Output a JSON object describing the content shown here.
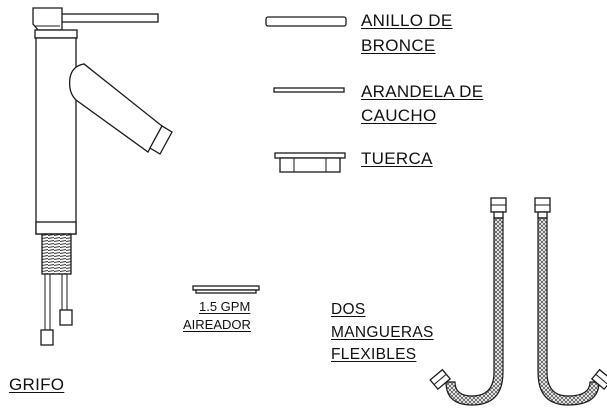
{
  "labels": {
    "ring_line1": "ANILLO DE",
    "ring_line2": "BRONCE",
    "washer_line1": "ARANDELA DE",
    "washer_line2": "CAUCHO",
    "nut": "TUERCA",
    "aerator_line1": "1.5 GPM",
    "aerator_line2": "AIREADOR",
    "hoses_line1": "DOS",
    "hoses_line2": "MANGUERAS",
    "hoses_line3": "FLEXIBLES",
    "faucet": "GRIFO"
  },
  "colors": {
    "line": "#1a1a1a",
    "background": "#ffffff",
    "hose_braid": "#555555"
  }
}
